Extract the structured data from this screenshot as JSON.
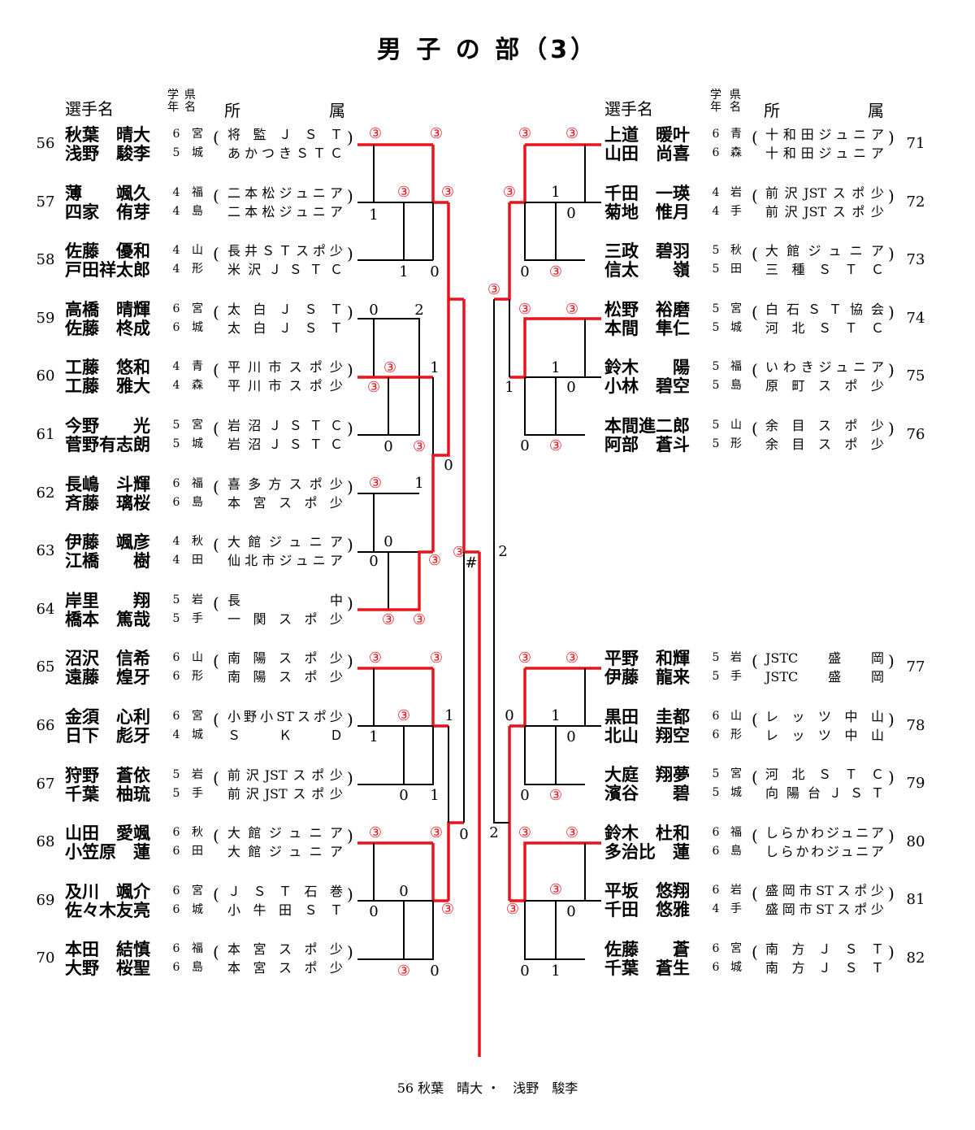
{
  "title": "男 子 の 部（3）",
  "headers": {
    "name": "選手名",
    "grade": "学年",
    "pref": "県名",
    "club_left": "所",
    "club_right": "属"
  },
  "left_teams": [
    {
      "seed": "56",
      "p1": {
        "name": "秋葉　晴大",
        "grade": "6",
        "pref": "宮",
        "club": "将監ＪＳＴ"
      },
      "p2": {
        "name": "浅野　駿李",
        "grade": "5",
        "pref": "城",
        "club": "あかつきＳＴＣ"
      }
    },
    {
      "seed": "57",
      "p1": {
        "name": "薄　　颯久",
        "grade": "4",
        "pref": "福",
        "club": "二本松ジュニア"
      },
      "p2": {
        "name": "四家　侑芽",
        "grade": "4",
        "pref": "島",
        "club": "二本松ジュニア"
      }
    },
    {
      "seed": "58",
      "p1": {
        "name": "佐藤　優和",
        "grade": "4",
        "pref": "山",
        "club": "長井ＳＴスポ少"
      },
      "p2": {
        "name": "戸田祥太郎",
        "grade": "4",
        "pref": "形",
        "club": "米沢ＪＳＴＣ"
      }
    },
    {
      "seed": "59",
      "p1": {
        "name": "高橋　晴輝",
        "grade": "6",
        "pref": "宮",
        "club": "太白ＪＳＴ"
      },
      "p2": {
        "name": "佐藤　柊成",
        "grade": "6",
        "pref": "城",
        "club": "太白ＪＳＴ"
      }
    },
    {
      "seed": "60",
      "p1": {
        "name": "工藤　悠和",
        "grade": "4",
        "pref": "青",
        "club": "平川市スポ少"
      },
      "p2": {
        "name": "工藤　雅大",
        "grade": "4",
        "pref": "森",
        "club": "平川市スポ少"
      }
    },
    {
      "seed": "61",
      "p1": {
        "name": "今野　　光",
        "grade": "5",
        "pref": "宮",
        "club": "岩沼ＪＳＴＣ"
      },
      "p2": {
        "name": "菅野有志朗",
        "grade": "5",
        "pref": "城",
        "club": "岩沼ＪＳＴＣ"
      }
    },
    {
      "seed": "62",
      "p1": {
        "name": "長嶋　斗輝",
        "grade": "6",
        "pref": "福",
        "club": "喜多方スポ少"
      },
      "p2": {
        "name": "斉藤　璃桜",
        "grade": "6",
        "pref": "島",
        "club": "本宮スポ少"
      }
    },
    {
      "seed": "63",
      "p1": {
        "name": "伊藤　颯彦",
        "grade": "4",
        "pref": "秋",
        "club": "大館ジュニア"
      },
      "p2": {
        "name": "江橋　　樹",
        "grade": "4",
        "pref": "田",
        "club": "仙北市ジュニア"
      }
    },
    {
      "seed": "64",
      "p1": {
        "name": "岸里　　翔",
        "grade": "5",
        "pref": "岩",
        "club": "長中"
      },
      "p2": {
        "name": "橋本　篤哉",
        "grade": "5",
        "pref": "手",
        "club": "一関スポ少"
      }
    },
    {
      "seed": "65",
      "p1": {
        "name": "沼沢　信希",
        "grade": "6",
        "pref": "山",
        "club": "南陽スポ少"
      },
      "p2": {
        "name": "遠藤　煌牙",
        "grade": "6",
        "pref": "形",
        "club": "南陽スポ少"
      }
    },
    {
      "seed": "66",
      "p1": {
        "name": "金須　心利",
        "grade": "6",
        "pref": "宮",
        "club": "小野小STスポ少"
      },
      "p2": {
        "name": "日下　彪牙",
        "grade": "4",
        "pref": "城",
        "club": "ＳＫＤ"
      }
    },
    {
      "seed": "67",
      "p1": {
        "name": "狩野　蒼依",
        "grade": "5",
        "pref": "岩",
        "club": "前沢JSTスポ少"
      },
      "p2": {
        "name": "千葉　柚琉",
        "grade": "5",
        "pref": "手",
        "club": "前沢JSTスポ少"
      }
    },
    {
      "seed": "68",
      "p1": {
        "name": "山田　愛颯",
        "grade": "6",
        "pref": "秋",
        "club": "大館ジュニア"
      },
      "p2": {
        "name": "小笠原　蓮",
        "grade": "6",
        "pref": "田",
        "club": "大館ジュニア"
      }
    },
    {
      "seed": "69",
      "p1": {
        "name": "及川　颯介",
        "grade": "6",
        "pref": "宮",
        "club": "ＪＳＴ石巻"
      },
      "p2": {
        "name": "佐々木友亮",
        "grade": "6",
        "pref": "城",
        "club": "小牛田ＳＴ"
      }
    },
    {
      "seed": "70",
      "p1": {
        "name": "本田　結慎",
        "grade": "6",
        "pref": "福",
        "club": "本宮スポ少"
      },
      "p2": {
        "name": "大野　桜聖",
        "grade": "6",
        "pref": "島",
        "club": "本宮スポ少"
      }
    }
  ],
  "right_teams": [
    {
      "seed": "71",
      "p1": {
        "name": "上道　暖叶",
        "grade": "6",
        "pref": "青",
        "club": "十和田ジュニア"
      },
      "p2": {
        "name": "山田　尚喜",
        "grade": "6",
        "pref": "森",
        "club": "十和田ジュニア"
      }
    },
    {
      "seed": "72",
      "p1": {
        "name": "千田　一瑛",
        "grade": "4",
        "pref": "岩",
        "club": "前沢JSTスポ少"
      },
      "p2": {
        "name": "菊地　惟月",
        "grade": "4",
        "pref": "手",
        "club": "前沢JSTスポ少"
      }
    },
    {
      "seed": "73",
      "p1": {
        "name": "三政　碧羽",
        "grade": "5",
        "pref": "秋",
        "club": "大館ジュニア"
      },
      "p2": {
        "name": "信太　　嶺",
        "grade": "5",
        "pref": "田",
        "club": "三種ＳＴＣ"
      }
    },
    {
      "seed": "74",
      "p1": {
        "name": "松野　裕磨",
        "grade": "5",
        "pref": "宮",
        "club": "白石ＳＴ協会"
      },
      "p2": {
        "name": "本間　隼仁",
        "grade": "5",
        "pref": "城",
        "club": "河北ＳＴＣ"
      }
    },
    {
      "seed": "75",
      "p1": {
        "name": "鈴木　　陽",
        "grade": "5",
        "pref": "福",
        "club": "いわきジュニア"
      },
      "p2": {
        "name": "小林　碧空",
        "grade": "5",
        "pref": "島",
        "club": "原町スポ少"
      }
    },
    {
      "seed": "76",
      "p1": {
        "name": "本間進二郎",
        "grade": "5",
        "pref": "山",
        "club": "余目スポ少"
      },
      "p2": {
        "name": "阿部　蒼斗",
        "grade": "5",
        "pref": "形",
        "club": "余目スポ少"
      }
    },
    {
      "seed": "77",
      "p1": {
        "name": "平野　和輝",
        "grade": "5",
        "pref": "岩",
        "club": "JSTC盛岡"
      },
      "p2": {
        "name": "伊藤　龍来",
        "grade": "5",
        "pref": "手",
        "club": "JSTC盛岡"
      }
    },
    {
      "seed": "78",
      "p1": {
        "name": "黒田　圭都",
        "grade": "6",
        "pref": "山",
        "club": "レッツ中山"
      },
      "p2": {
        "name": "北山　翔空",
        "grade": "6",
        "pref": "形",
        "club": "レッツ中山"
      }
    },
    {
      "seed": "79",
      "p1": {
        "name": "大庭　翔夢",
        "grade": "5",
        "pref": "宮",
        "club": "河北ＳＴＣ"
      },
      "p2": {
        "name": "濱谷　　碧",
        "grade": "5",
        "pref": "城",
        "club": "向陽台ＪＳＴ"
      }
    },
    {
      "seed": "80",
      "p1": {
        "name": "鈴木　杜和",
        "grade": "6",
        "pref": "福",
        "club": "しらかわジュニア"
      },
      "p2": {
        "name": "多治比　蓮",
        "grade": "6",
        "pref": "島",
        "club": "しらかわジュニア"
      }
    },
    {
      "seed": "81",
      "p1": {
        "name": "平坂　悠翔",
        "grade": "6",
        "pref": "岩",
        "club": "盛岡市STスポ少"
      },
      "p2": {
        "name": "千田　悠雅",
        "grade": "4",
        "pref": "手",
        "club": "盛岡市STスポ少"
      }
    },
    {
      "seed": "82",
      "p1": {
        "name": "佐藤　　蒼",
        "grade": "6",
        "pref": "宮",
        "club": "南方ＪＳＴ"
      },
      "p2": {
        "name": "千葉　蒼生",
        "grade": "6",
        "pref": "城",
        "club": "南方ＪＳＴ"
      }
    }
  ],
  "scores": {
    "win": "③",
    "one": "1",
    "zero": "0",
    "two": "2",
    "hash": "#"
  },
  "winner": "56 秋葉　晴大 ・　浅野　駿李",
  "colors": {
    "win_line": "#e8141c",
    "line": "#000000"
  }
}
